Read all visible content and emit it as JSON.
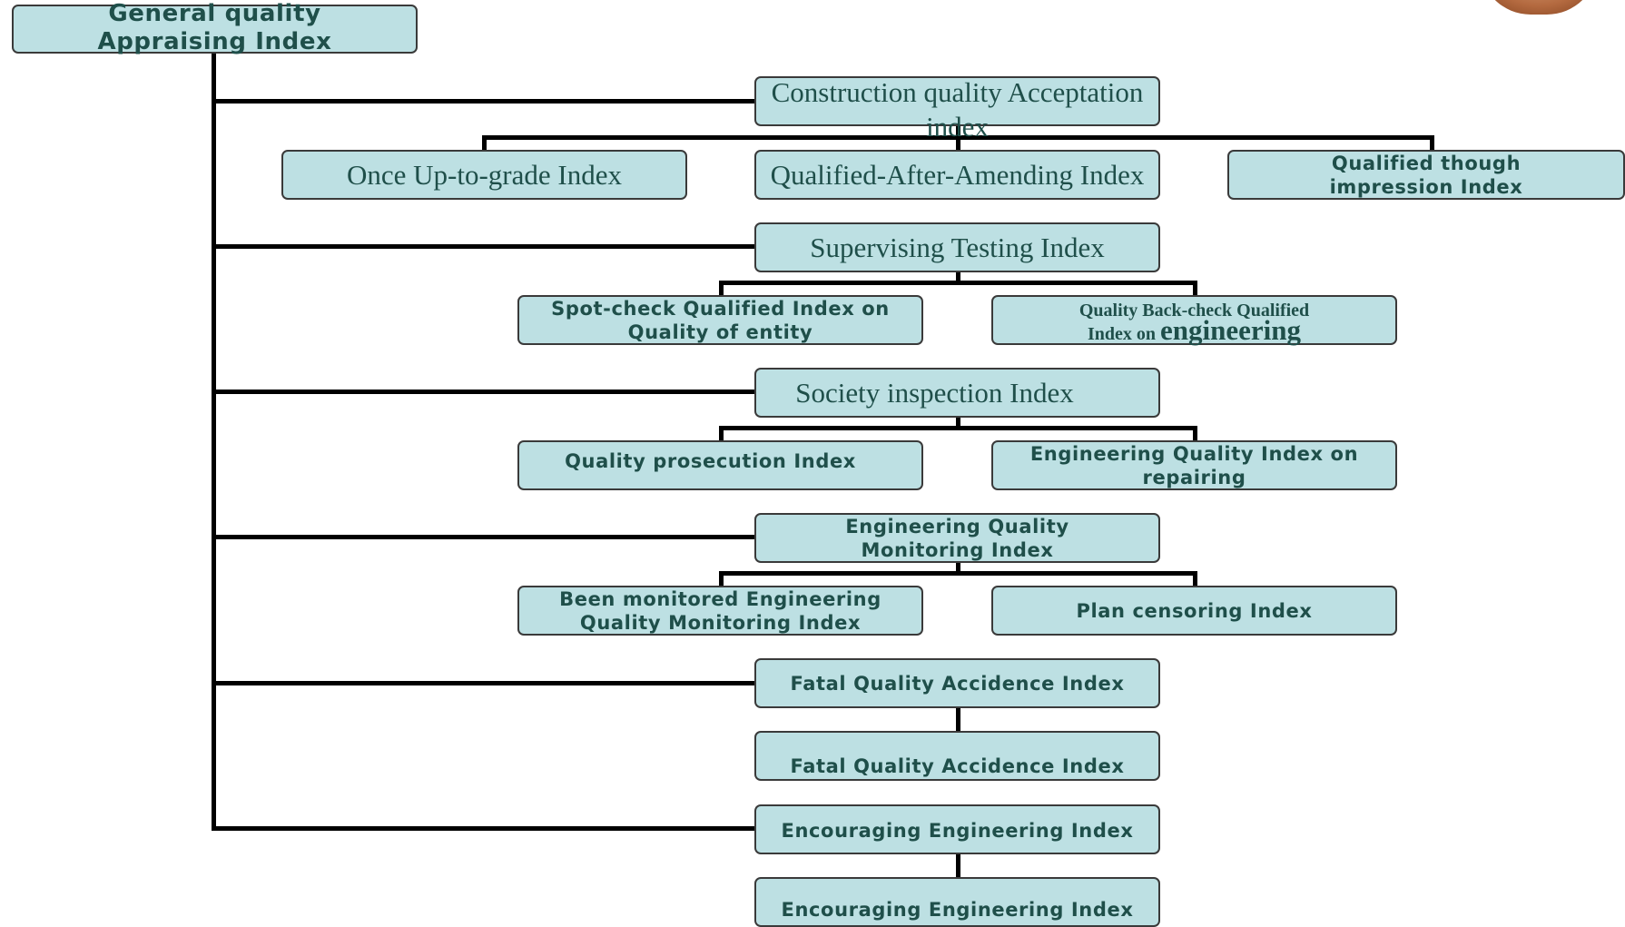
{
  "diagram": {
    "root": {
      "line1": "General quality",
      "line2": "Appraising Index"
    },
    "branches": [
      {
        "label_line1": "Construction quality Acceptation",
        "label_line2": "index",
        "children": [
          {
            "label": "Once Up-to-grade Index"
          },
          {
            "label": "Qualified-After-Amending Index"
          },
          {
            "line1": "Qualified though",
            "line2": "impression Index"
          }
        ]
      },
      {
        "label": "Supervising Testing Index",
        "children": [
          {
            "line1": "Spot-check Qualified Index on",
            "line2": "Quality of entity"
          },
          {
            "line1": "Quality Back-check Qualified",
            "line2_small": "Index on",
            "line2_big": "engineering"
          }
        ]
      },
      {
        "label": "Society inspection Index",
        "children": [
          {
            "label": "Quality prosecution Index"
          },
          {
            "line1": "Engineering Quality Index on",
            "line2": "repairing"
          }
        ]
      },
      {
        "label_line1": "Engineering Quality",
        "label_line2": "Monitoring Index",
        "children": [
          {
            "line1": "Been monitored Engineering",
            "line2": "Quality Monitoring Index"
          },
          {
            "label": "Plan censoring Index"
          }
        ]
      },
      {
        "label": "Fatal Quality Accidence Index",
        "children": [
          {
            "label": "Fatal Quality Accidence Index"
          }
        ]
      },
      {
        "label": "Encouraging Engineering Index",
        "children": [
          {
            "label": "Encouraging Engineering Index"
          }
        ]
      }
    ]
  }
}
